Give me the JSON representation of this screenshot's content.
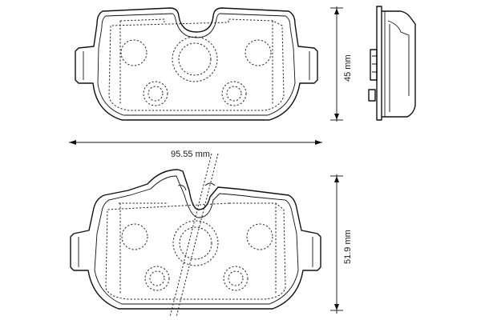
{
  "dimensions": {
    "width_label": "95.55 mm",
    "height_top_label": "45 mm",
    "height_bottom_label": "51.9 mm"
  },
  "colors": {
    "line": "#111111",
    "background": "#ffffff"
  }
}
